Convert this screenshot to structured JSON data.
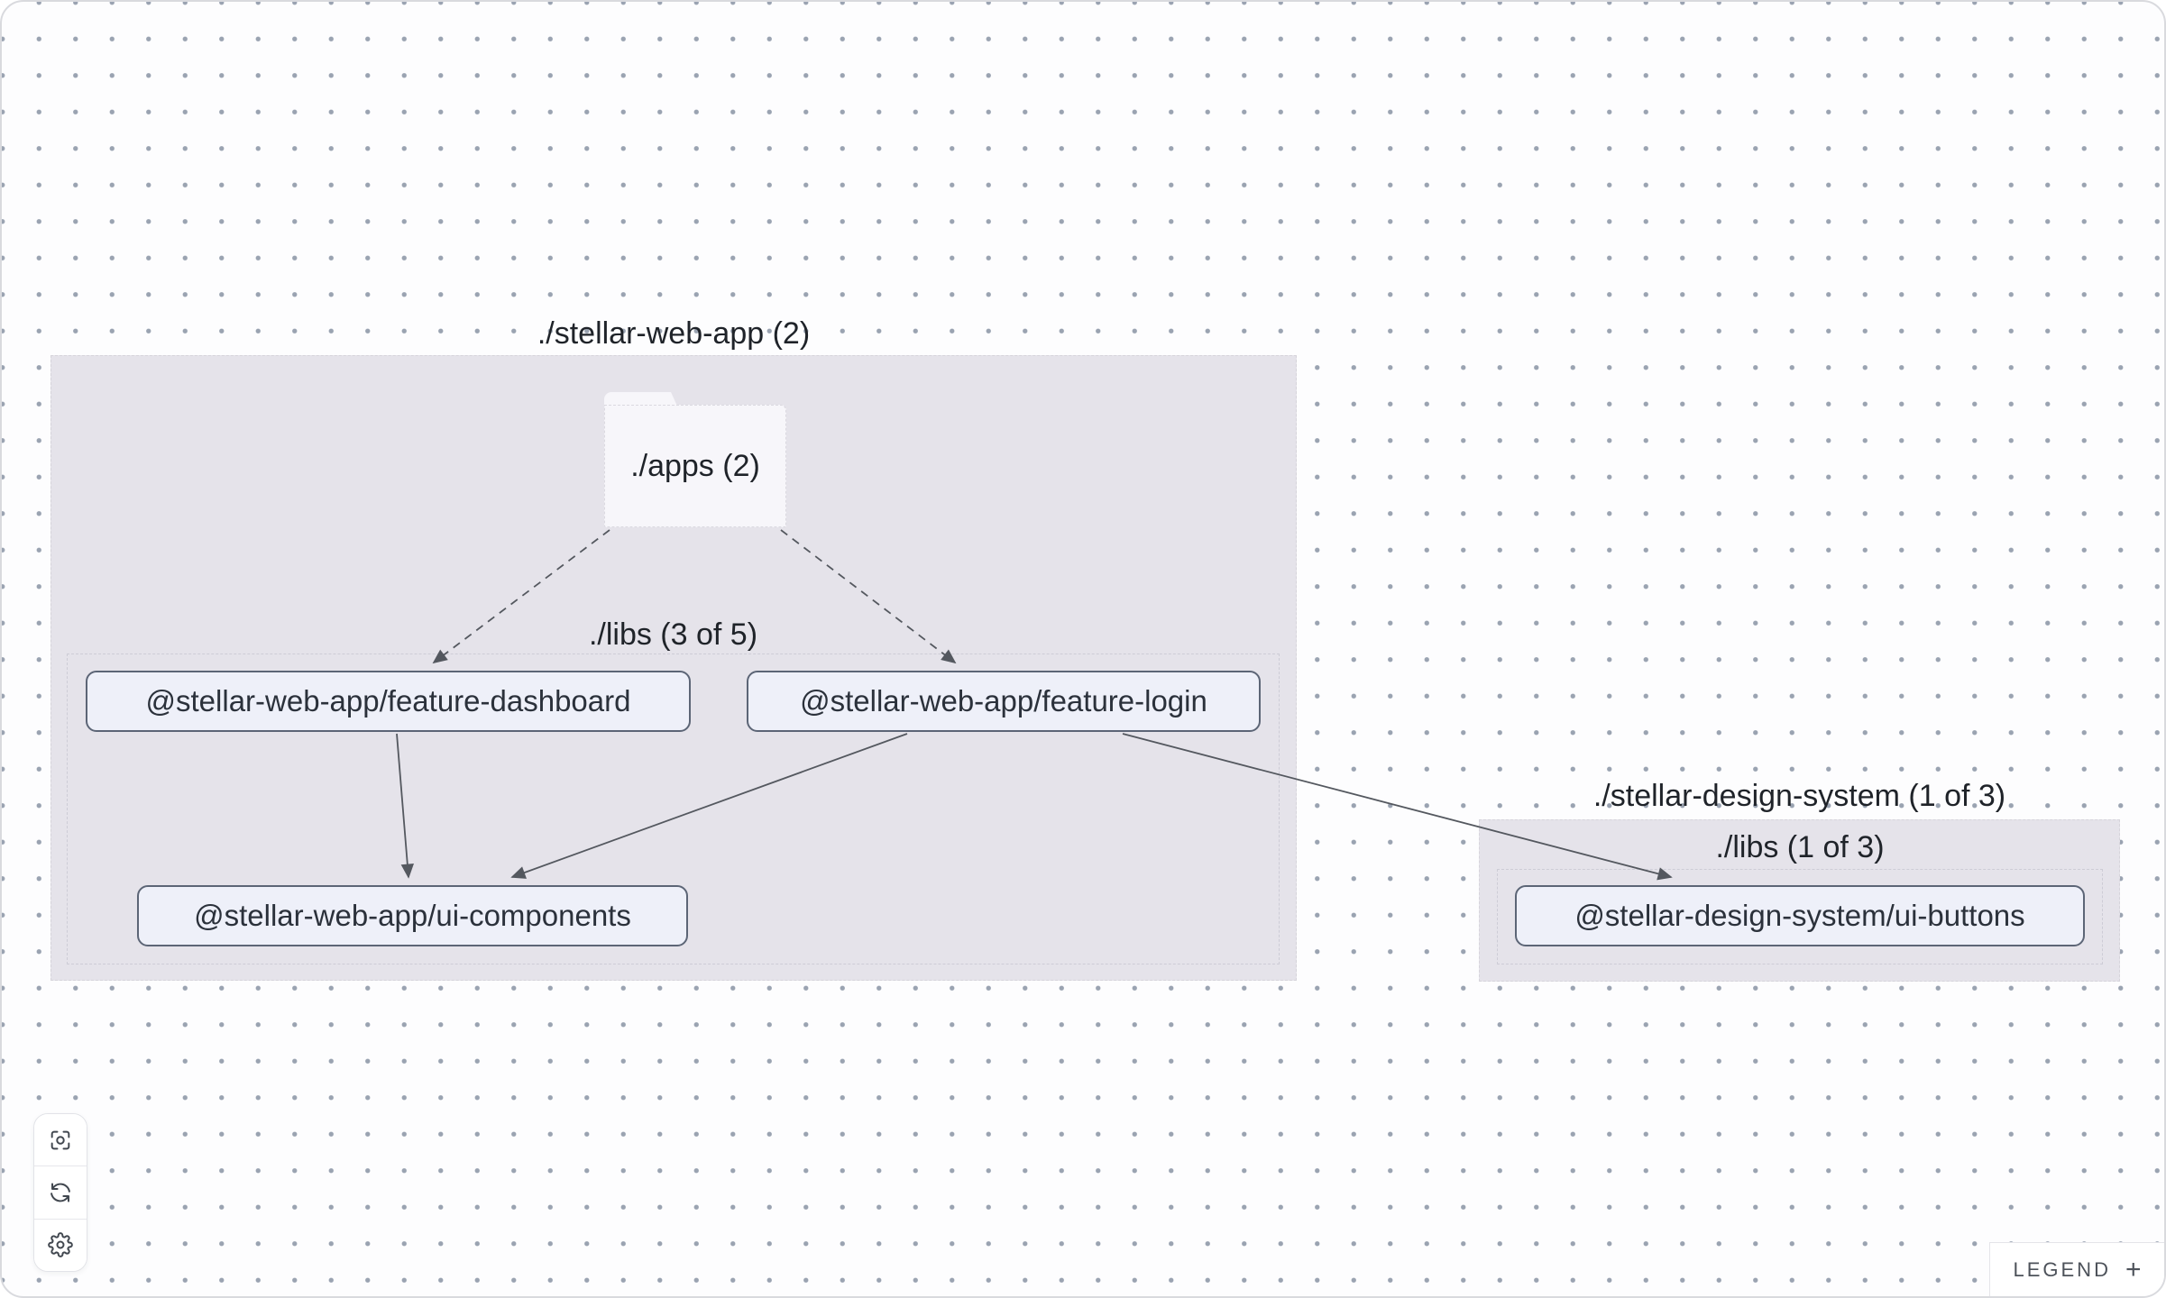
{
  "diagram": {
    "groups": [
      {
        "id": "stellar-web-app",
        "label": "./stellar-web-app (2)",
        "folder_label": "./apps (2)",
        "sublabel": "./libs (3 of 5)"
      },
      {
        "id": "stellar-design-system",
        "label": "./stellar-design-system (1 of 3)",
        "sublabel": "./libs (1 of 3)"
      }
    ],
    "nodes": [
      {
        "id": "feature-dashboard",
        "label": "@stellar-web-app/feature-dashboard"
      },
      {
        "id": "feature-login",
        "label": "@stellar-web-app/feature-login"
      },
      {
        "id": "ui-components",
        "label": "@stellar-web-app/ui-components"
      },
      {
        "id": "ui-buttons",
        "label": "@stellar-design-system/ui-buttons"
      }
    ],
    "edges": [
      {
        "from": "apps",
        "to": "feature-dashboard",
        "style": "dashed"
      },
      {
        "from": "apps",
        "to": "feature-login",
        "style": "dashed"
      },
      {
        "from": "feature-dashboard",
        "to": "ui-components",
        "style": "solid"
      },
      {
        "from": "feature-login",
        "to": "ui-components",
        "style": "solid"
      },
      {
        "from": "feature-login",
        "to": "ui-buttons",
        "style": "solid"
      }
    ]
  },
  "toolbar": {
    "icons": [
      "focus-icon",
      "refresh-icon",
      "settings-icon"
    ]
  },
  "legend": {
    "label": "LEGEND",
    "expand": "+"
  },
  "colors": {
    "group_fill": "#e5e3ea",
    "node_fill": "#eef0f9",
    "node_border": "#5c6576",
    "edge": "#54585f",
    "dot_grid": "#9aa3b1"
  }
}
